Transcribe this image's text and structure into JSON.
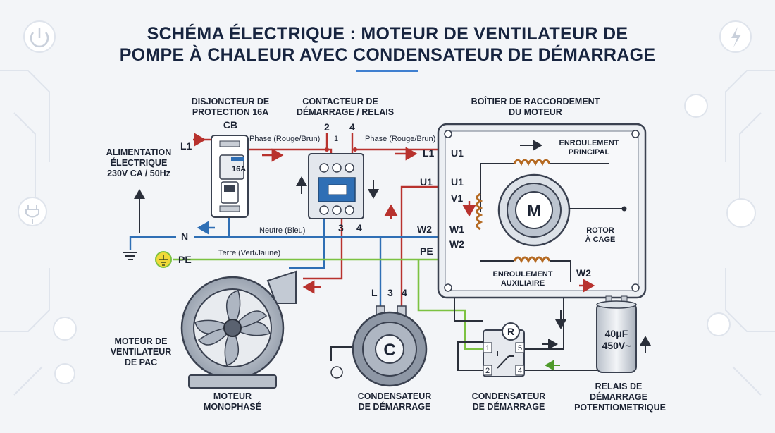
{
  "title": {
    "line1": "SCHÉMA ÉLECTRIQUE : MOTEUR DE VENTILATEUR DE",
    "line2": "POMPE À CHALEUR AVEC CONDENSATEUR DE DÉMARRAGE"
  },
  "supply": {
    "line1": "ALIMENTATION",
    "line2": "ÉLECTRIQUE",
    "line3": "230V CA / 50Hz",
    "l1": "L1",
    "n": "N",
    "pe": "PE"
  },
  "breaker": {
    "line1": "DISJONCTEUR DE",
    "line2": "PROTECTION 16A",
    "tag": "CB",
    "rating": "16A"
  },
  "contactor": {
    "line1": "CONTACTEUR DE",
    "line2": "DÉMARRAGE / RELAIS",
    "t2": "2",
    "t1": "1",
    "t4": "4",
    "t3": "3",
    "t4b": "4"
  },
  "wires": {
    "phase_left": "Phase (Rouge/Brun)",
    "phase_right": "Phase (Rouge/Brun)",
    "neutral": "Neutre (Bleu)",
    "earth": "Terre (Vert/Jaune)"
  },
  "junction_box": {
    "line1": "BOÎTIER DE RACCORDEMENT",
    "line2": "DU MOTEUR",
    "ext_l1": "L1",
    "ext_u1": "U1",
    "ext_w2": "W2",
    "ext_pe": "PE",
    "u1_a": "U1",
    "u1_b": "U1",
    "v1": "V1",
    "w1": "W1",
    "w2": "W2",
    "w2_out": "W2",
    "main_winding_1": "ENROULEMENT",
    "main_winding_2": "PRINCIPAL",
    "aux_winding_1": "ENROULEMENT",
    "aux_winding_2": "AUXILIAIRE",
    "rotor_1": "ROTOR",
    "rotor_2": "À CAGE",
    "motor_symbol": "M"
  },
  "fan": {
    "line1": "MOTEUR DE",
    "line2": "VENTILATEUR",
    "line3": "DE PAC",
    "bottom1": "MOTEUR",
    "bottom2": "MONOPHASÉ"
  },
  "start_capacitor": {
    "l": "L",
    "t3": "3",
    "t4": "4",
    "symbol": "C",
    "line1": "CONDENSATEUR",
    "line2": "DE DÉMARRAGE"
  },
  "relay": {
    "symbol": "R",
    "t1": "1",
    "t2": "2",
    "t4": "4",
    "t5": "5",
    "line1": "CONDENSATEUR",
    "line2": "DE DÉMARRAGE"
  },
  "run_capacitor": {
    "cap1": "40μF",
    "cap2": "450V~",
    "line1": "RELAIS DE",
    "line2": "DÉMARRAGE",
    "line3": "POTENTIOMETRIQUE"
  },
  "colors": {
    "phase": "#b8322e",
    "neutral": "#2f6fb5",
    "earth": "#7cc242",
    "dark": "#2a2f3a"
  }
}
